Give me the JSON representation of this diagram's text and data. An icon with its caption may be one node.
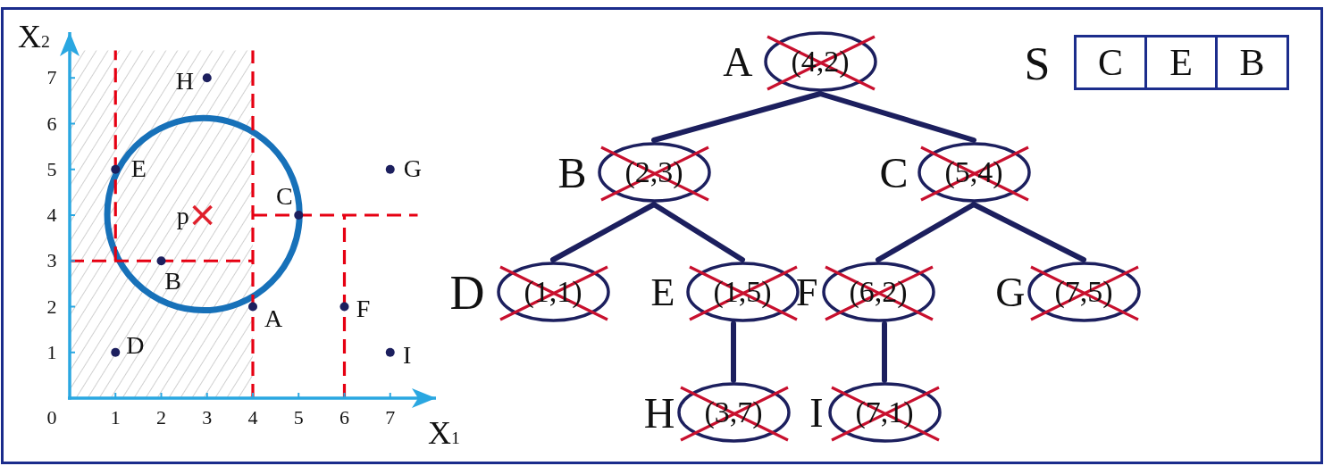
{
  "diagram": {
    "nodes": [
      {
        "text": [
          "(4,2)"
        ],
        "beside": [
          "A"
        ]
      },
      {
        "text": [
          "(2,3)"
        ],
        "beside": [
          "B"
        ]
      },
      {
        "text": [
          "(5,4)"
        ],
        "beside": [
          "C"
        ]
      },
      {
        "text": [
          "(1,1)"
        ],
        "beside": [
          "D"
        ]
      },
      {
        "text": [
          "(1,5)"
        ],
        "beside": [
          "E"
        ]
      },
      {
        "text": [
          "(6,2)"
        ],
        "beside": [
          "F"
        ]
      },
      {
        "text": [
          "(7,5)"
        ],
        "beside": [
          "G"
        ]
      },
      {
        "text": [
          "(3,7)"
        ],
        "beside": [
          "H"
        ]
      },
      {
        "text": [
          "(7,1)"
        ],
        "beside": [
          "I"
        ]
      }
    ],
    "edges": [
      {
        "from": 0,
        "to": 1,
        "arrow": "none"
      },
      {
        "from": 0,
        "to": 2,
        "arrow": "none"
      },
      {
        "from": 1,
        "to": 3,
        "arrow": "none"
      },
      {
        "from": 1,
        "to": 4,
        "arrow": "none"
      },
      {
        "from": 2,
        "to": 5,
        "arrow": "none"
      },
      {
        "from": 2,
        "to": 6,
        "arrow": "none"
      },
      {
        "from": 4,
        "to": 7,
        "arrow": "none"
      },
      {
        "from": 5,
        "to": 8,
        "arrow": "none"
      }
    ],
    "labels": [
      "S",
      "C",
      "E",
      "B",
      "0"
    ],
    "chart_data": {
      "type": "scatter",
      "xlabel": "X$_{1}$",
      "ylabel": "X$_{2}$",
      "xlim": [
        0,
        8
      ],
      "ylim": [
        0,
        8
      ],
      "xticks": [
        1,
        2,
        3,
        4,
        5,
        6,
        7
      ],
      "yticks": [
        1,
        2,
        3,
        4,
        5,
        6,
        7
      ],
      "x": [
        4,
        2,
        5,
        1,
        1,
        6,
        7,
        3,
        7,
        2.9
      ],
      "series": [
        {
          "color": "#1c1f5e",
          "marker": "dot",
          "values": [
            2,
            3,
            4,
            1,
            5,
            2,
            5,
            7,
            1,
            null
          ]
        },
        {
          "color": "#e0202c",
          "marker": "cross",
          "values": [
            null,
            null,
            null,
            null,
            null,
            null,
            null,
            null,
            null,
            4
          ]
        }
      ],
      "annotations": [
        "A",
        "B",
        "C",
        "D",
        "E",
        "F",
        "G",
        "H",
        "I",
        "p"
      ],
      "ref_lines": [
        {
          "axis": "x",
          "value": 4,
          "color": "#e60012"
        },
        {
          "axis": "x",
          "value": 1,
          "color": "#e60012"
        },
        {
          "axis": "y",
          "value": 3,
          "color": "#e60012"
        },
        {
          "axis": "y",
          "value": 4,
          "color": "#e60012"
        },
        {
          "axis": "x",
          "value": 6,
          "color": "#e60012"
        }
      ]
    }
  }
}
